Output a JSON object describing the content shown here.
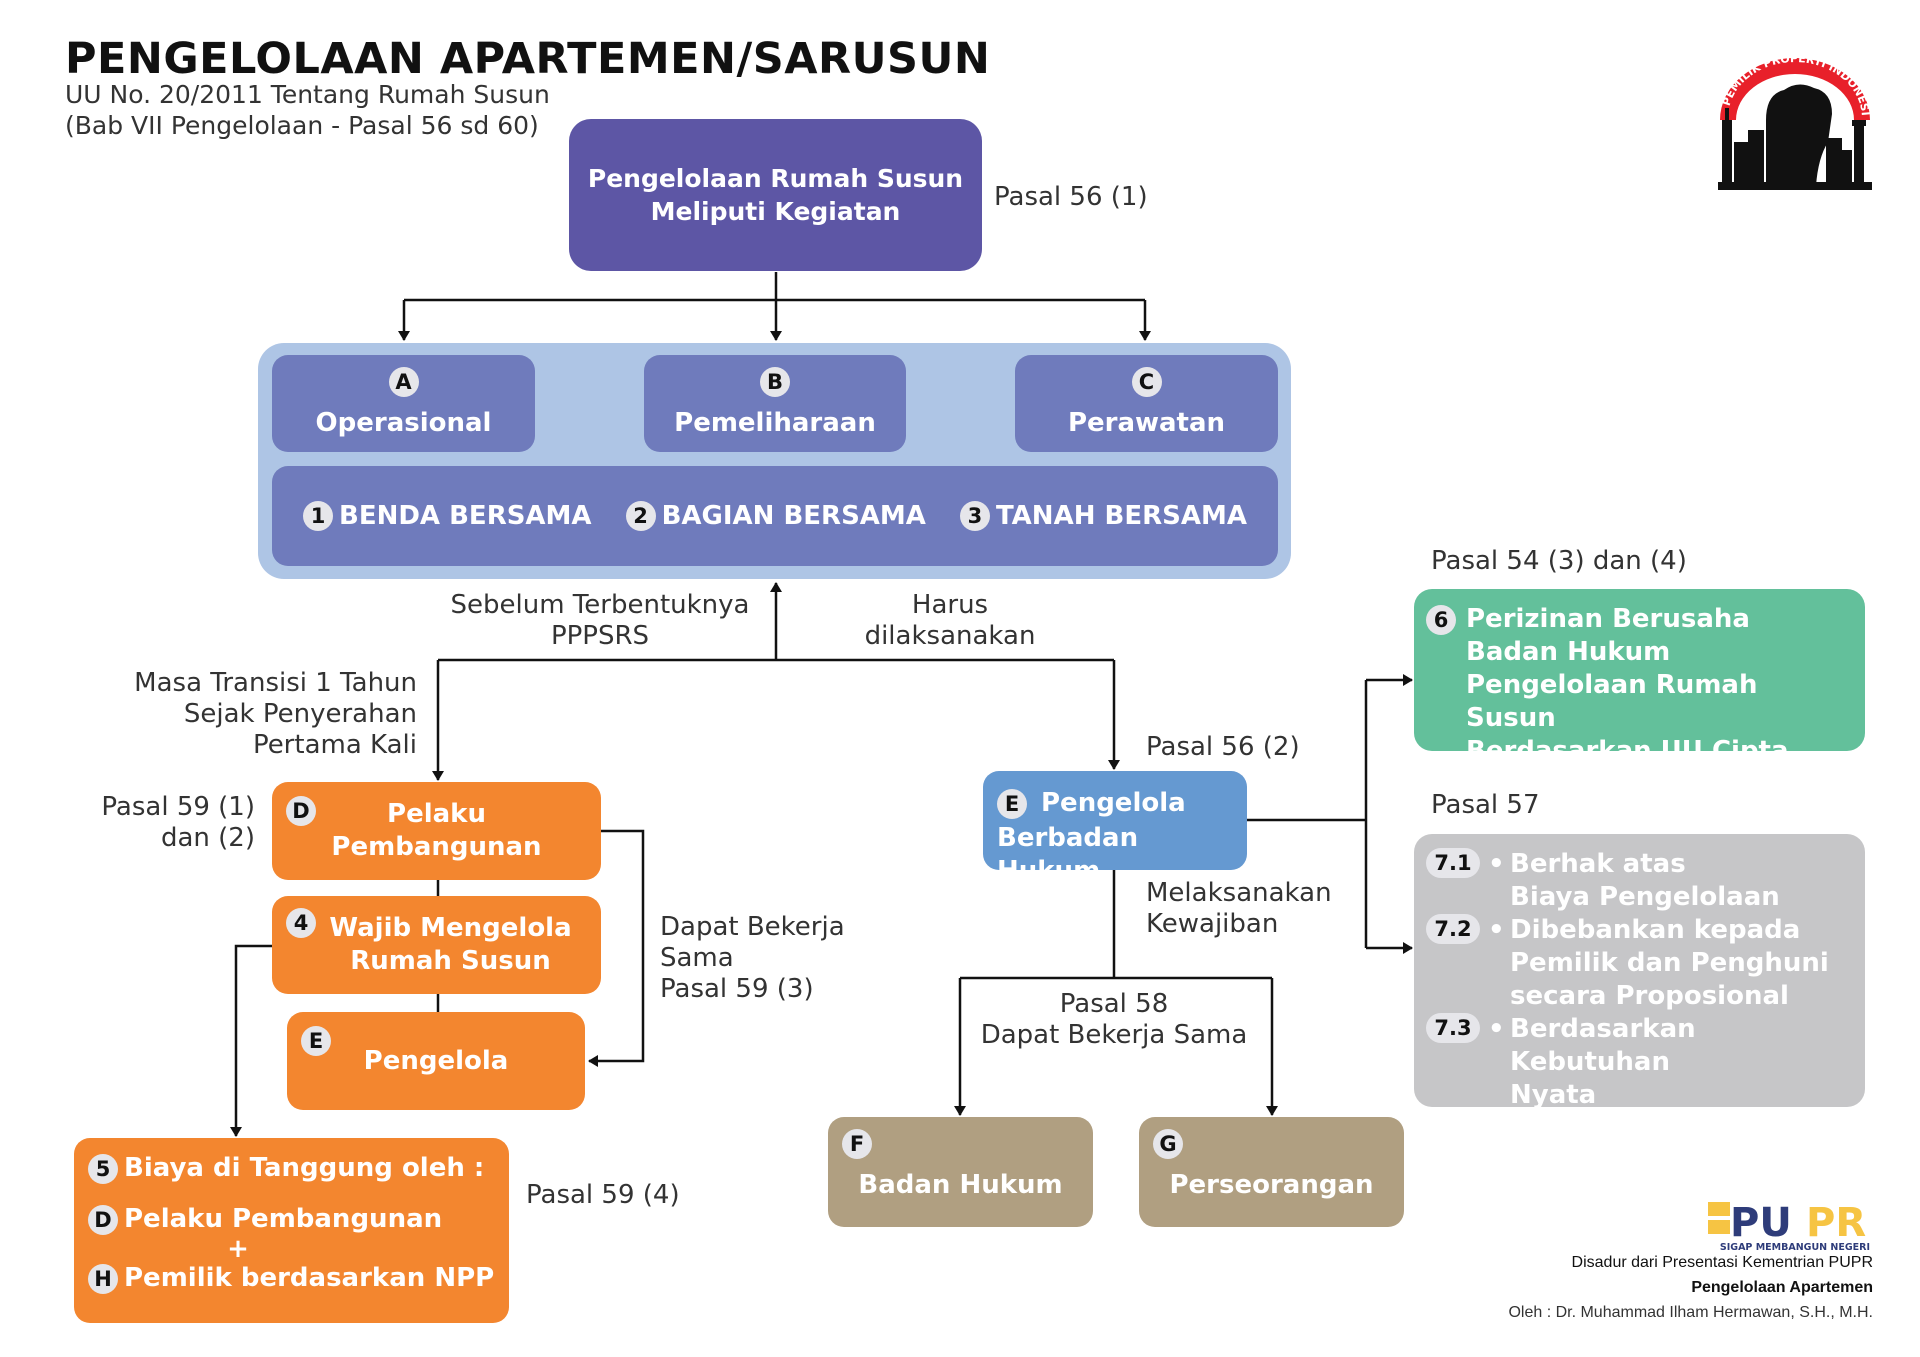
{
  "header": {
    "title": "PENGELOLAAN APARTEMEN/SARUSUN",
    "subtitle_line1": "UU No. 20/2011 Tentang Rumah Susun",
    "subtitle_line2": "(Bab VII Pengelolaan - Pasal 56 sd 60)"
  },
  "logo_top_right": {
    "icon": "raised-fist-city-icon",
    "arc_text": "PEMILIK PROPERTI INDONESIA",
    "colors": {
      "arc": "#e8202a",
      "silhouette": "#111111"
    }
  },
  "top_node": {
    "line1": "Pengelolaan Rumah Susun",
    "line2": "Meliputi Kegiatan",
    "note": "Pasal 56 (1)"
  },
  "activities": [
    {
      "badge": "A",
      "label": "Operasional"
    },
    {
      "badge": "B",
      "label": "Pemeliharaan"
    },
    {
      "badge": "C",
      "label": "Perawatan"
    }
  ],
  "objects": [
    {
      "badge": "1",
      "label": "BENDA BERSAMA"
    },
    {
      "badge": "2",
      "label": "BAGIAN BERSAMA"
    },
    {
      "badge": "3",
      "label": "TANAH BERSAMA"
    }
  ],
  "branch_labels": {
    "left_line1": "Sebelum Terbentuknya",
    "left_line2": "PPPSRS",
    "right_line1": "Harus",
    "right_line2": "dilaksanakan"
  },
  "left_branch": {
    "transition_note": [
      "Masa Transisi 1 Tahun",
      "Sejak Penyerahan",
      "Pertama Kali"
    ],
    "pasal_note": [
      "Pasal 59 (1)",
      "dan (2)"
    ],
    "node_d": {
      "badge": "D",
      "line1": "Pelaku",
      "line2": "Pembangunan"
    },
    "node_4": {
      "badge": "4",
      "line1": "Wajib Mengelola",
      "line2": "Rumah Susun"
    },
    "node_e": {
      "badge": "E",
      "label": "Pengelola"
    },
    "cooperation_note": [
      "Dapat Bekerja",
      "Sama",
      "Pasal 59 (3)"
    ],
    "cost_node": {
      "badge": "5",
      "heading": "Biaya di Tanggung oleh :",
      "item1_badge": "D",
      "item1": "Pelaku Pembangunan",
      "plus": "+",
      "item2_badge": "H",
      "item2": "Pemilik berdasarkan NPP"
    },
    "cost_note": "Pasal 59 (4)"
  },
  "right_branch": {
    "pasal_note": "Pasal 56 (2)",
    "node_e": {
      "badge": "E",
      "line1": "Pengelola",
      "line2": "Berbadan Hukum"
    },
    "duty_note": [
      "Melaksanakan",
      "Kewajiban"
    ],
    "coop_note": [
      "Pasal 58",
      "Dapat Bekerja Sama"
    ],
    "node_f": {
      "badge": "F",
      "label": "Badan Hukum"
    },
    "node_g": {
      "badge": "G",
      "label": "Perseorangan"
    }
  },
  "license_node": {
    "note": "Pasal 54 (3) dan (4)",
    "badge": "6",
    "lines": [
      "Perizinan Berusaha",
      "Badan Hukum",
      "Pengelolaan Rumah Susun",
      "Berdasarkan UU Cipta Kerja"
    ]
  },
  "rights_node": {
    "note": "Pasal 57",
    "items": [
      {
        "badge": "7.1",
        "lines": [
          "Berhak atas",
          "Biaya Pengelolaan"
        ]
      },
      {
        "badge": "7.2",
        "lines": [
          "Dibebankan kepada",
          "Pemilik dan Penghuni",
          "secara Proposional"
        ]
      },
      {
        "badge": "7.3",
        "lines": [
          "Berdasarkan Kebutuhan",
          "Nyata"
        ]
      }
    ],
    "bullet": "•"
  },
  "footer": {
    "logo_text": "PUPR",
    "logo_tagline": "SIGAP MEMBANGUN NEGERI",
    "logo_colors": {
      "yellow": "#f6c443",
      "navy": "#2e3c7a"
    },
    "credit_line1": "Disadur dari Presentasi Kementrian PUPR",
    "credit_line2": "Pengelolaan Apartemen",
    "credit_line3": "Oleh : Dr. Muhammad Ilham Hermawan, S.H., M.H."
  },
  "colors": {
    "top_node": "#5d56a5",
    "panel": "#aec5e5",
    "activity": "#6f7bbc",
    "orange": "#f3862f",
    "blue": "#6599d1",
    "green": "#63c09b",
    "grey": "#c6c6c8",
    "tan": "#b09f81"
  }
}
